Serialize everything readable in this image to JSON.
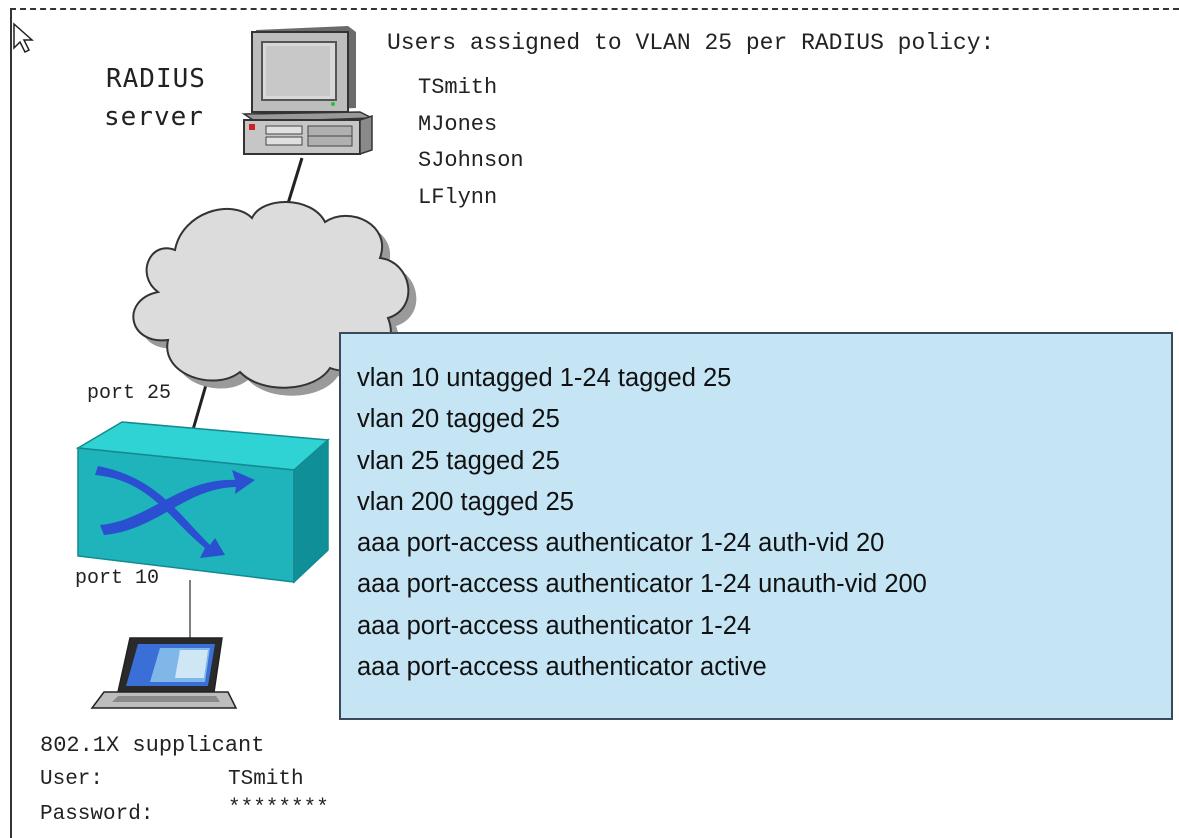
{
  "diagram": {
    "radius_server": {
      "label_line1": "RADIUS",
      "label_line2": "server",
      "icon": "desktop-computer-icon"
    },
    "policy": {
      "title": "Users assigned to VLAN 25 per RADIUS policy:",
      "users": [
        "TSmith",
        "MJones",
        "SJohnson",
        "LFlynn"
      ]
    },
    "network": {
      "icon": "cloud-icon"
    },
    "switch": {
      "icon": "switch-icon",
      "uplink_port_label": "port 25",
      "client_port_label": "port 10"
    },
    "client": {
      "icon": "laptop-icon",
      "title": "802.1X supplicant",
      "user_label": "User:",
      "user_value": "TSmith",
      "password_label": "Password:",
      "password_value": "********"
    },
    "config": {
      "lines": [
        "vlan 10 untagged 1-24 tagged 25",
        "vlan 20 tagged 25",
        "vlan 25 tagged 25",
        "vlan 200 tagged 25",
        "aaa port-access authenticator 1-24 auth-vid 20",
        "aaa port-access authenticator 1-24 unauth-vid 200",
        "aaa port-access authenticator 1-24",
        "aaa port-access authenticator active"
      ],
      "box_color": "#c5e5f5"
    },
    "colors": {
      "switch_top": "#2fd3d3",
      "switch_front": "#1fb0b8",
      "switch_side": "#0f8c94",
      "switch_arrows": "#2a4fd0",
      "cloud_fill": "#d9d9d9",
      "cloud_shadow": "#9a9a9a"
    }
  }
}
